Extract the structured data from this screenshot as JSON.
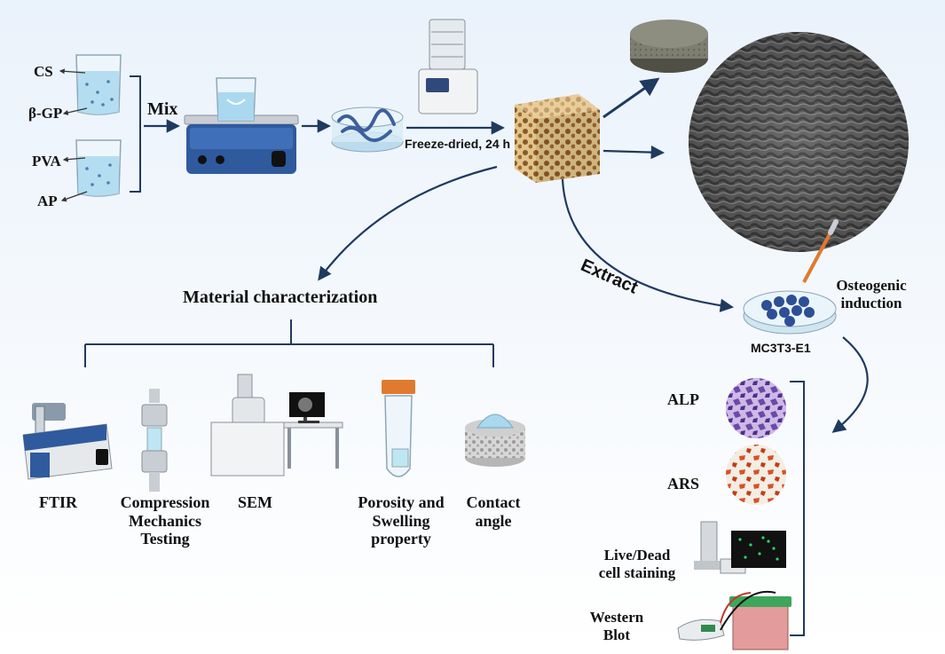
{
  "inputs": {
    "cs": "CS",
    "bgp": "β-GP",
    "pva": "PVA",
    "ap": "AP"
  },
  "steps": {
    "mix": "Mix",
    "freeze": "Freeze-dried, 24 h",
    "extract": "Extract"
  },
  "characterization": {
    "title": "Material characterization",
    "methods": {
      "ftir": "FTIR",
      "compression_1": "Compression",
      "compression_2": "Mechanics",
      "compression_3": "Testing",
      "sem": "SEM",
      "porosity_1": "Porosity and",
      "porosity_2": "Swelling",
      "porosity_3": "property",
      "contact_1": "Contact",
      "contact_2": "angle"
    }
  },
  "cell": {
    "induction_1": "Osteogenic",
    "induction_2": "induction",
    "line": "MC3T3-E1"
  },
  "assays": {
    "alp": "ALP",
    "ars": "ARS",
    "live_1": "Live/Dead",
    "live_2": "cell staining",
    "wb_1": "Western",
    "wb_2": "Blot"
  },
  "colors": {
    "arrow": "#1f3a5f",
    "beaker_liquid": "#a9d8ef",
    "scaffold": "#d8b77a",
    "alp_stain": "#8a6bbf",
    "ars_stain": "#d8502a",
    "cap_orange": "#e07a2e"
  }
}
